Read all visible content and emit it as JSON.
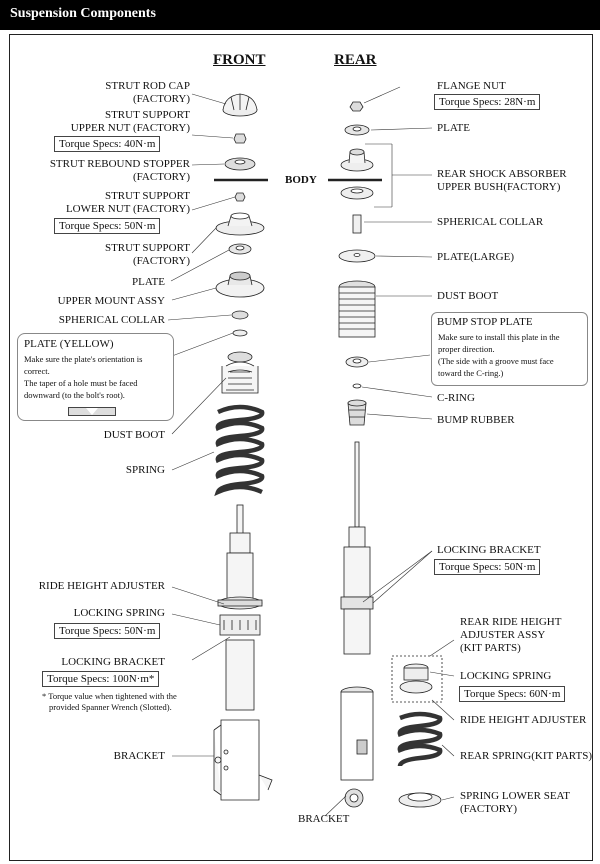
{
  "header": {
    "title": "Suspension Components"
  },
  "columns": {
    "front": "FRONT",
    "rear": "REAR",
    "body": "BODY"
  },
  "front": {
    "strut_rod_cap": [
      "STRUT ROD CAP",
      "(FACTORY)"
    ],
    "upper_nut": [
      "STRUT SUPPORT",
      "UPPER NUT (FACTORY)"
    ],
    "upper_nut_torque": "Torque Specs: 40N·m",
    "rebound_stopper": [
      "STRUT REBOUND STOPPER",
      "(FACTORY)"
    ],
    "lower_nut": [
      "STRUT SUPPORT",
      "LOWER NUT (FACTORY)"
    ],
    "lower_nut_torque": "Torque Specs: 50N·m",
    "strut_support": [
      "STRUT SUPPORT",
      "(FACTORY)"
    ],
    "plate": "PLATE",
    "upper_mount": "UPPER MOUNT ASSY",
    "spherical_collar": "SPHERICAL COLLAR",
    "plate_note": {
      "title": "PLATE (YELLOW)",
      "lines": [
        "Make sure the plate's orientation is",
        "correct.",
        "The taper of a hole must be faced",
        "downward (to the bolt's root)."
      ]
    },
    "dust_boot": "DUST BOOT",
    "spring": "SPRING",
    "ride_height_adjuster": "RIDE HEIGHT ADJUSTER",
    "locking_spring": "LOCKING SPRING",
    "locking_spring_torque": "Torque Specs: 50N·m",
    "locking_bracket": "LOCKING BRACKET",
    "locking_bracket_torque": "Torque Specs: 100N·m*",
    "footnote": [
      "* Torque value when tightened with the",
      "provided Spanner Wrench (Slotted)."
    ],
    "bracket": "BRACKET"
  },
  "rear": {
    "flange_nut": "FLANGE NUT",
    "flange_nut_torque": "Torque Specs: 28N·m",
    "plate": "PLATE",
    "upper_bush": [
      "REAR SHOCK ABSORBER",
      "UPPER BUSH(FACTORY)"
    ],
    "spherical_collar": "SPHERICAL COLLAR",
    "plate_large": "PLATE(LARGE)",
    "dust_boot": "DUST BOOT",
    "bump_stop_note": {
      "title": "BUMP STOP PLATE",
      "lines": [
        "Make sure to install this plate in the",
        "proper direction.",
        "(The side with a groove must face",
        "toward the C-ring.)"
      ]
    },
    "c_ring": "C-RING",
    "bump_rubber": "BUMP RUBBER",
    "locking_bracket": "LOCKING BRACKET",
    "locking_bracket_torque": "Torque Specs: 50N·m",
    "adjuster_assy": [
      "REAR RIDE HEIGHT",
      "ADJUSTER ASSY",
      "(KIT PARTS)"
    ],
    "locking_spring": "LOCKING SPRING",
    "locking_spring_torque": "Torque Specs: 60N·m",
    "ride_height_adjuster": "RIDE HEIGHT ADJUSTER",
    "rear_spring": "REAR SPRING(KIT PARTS)",
    "spring_lower_seat": [
      "SPRING LOWER SEAT",
      "(FACTORY)"
    ],
    "bracket": "BRACKET"
  }
}
